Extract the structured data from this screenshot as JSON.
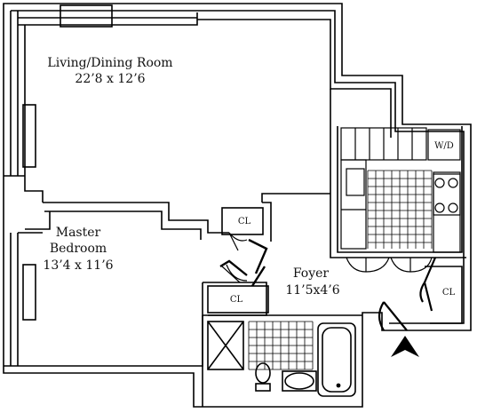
{
  "rooms": {
    "living": {
      "name": "Living/Dining Room",
      "size": "22’8 x 12’6"
    },
    "bedroom": {
      "name_line1": "Master",
      "name_line2": "Bedroom",
      "size": "13’4 x 11’6"
    },
    "foyer": {
      "name": "Foyer",
      "size": "11’5x4’6"
    }
  },
  "closets": {
    "bedroom_closet": "CL",
    "foyer_closet": "CL",
    "right_closet": "CL"
  },
  "appliances": {
    "washer_dryer": "W/D"
  },
  "icons": {
    "entry": "entry-arrow-icon"
  }
}
